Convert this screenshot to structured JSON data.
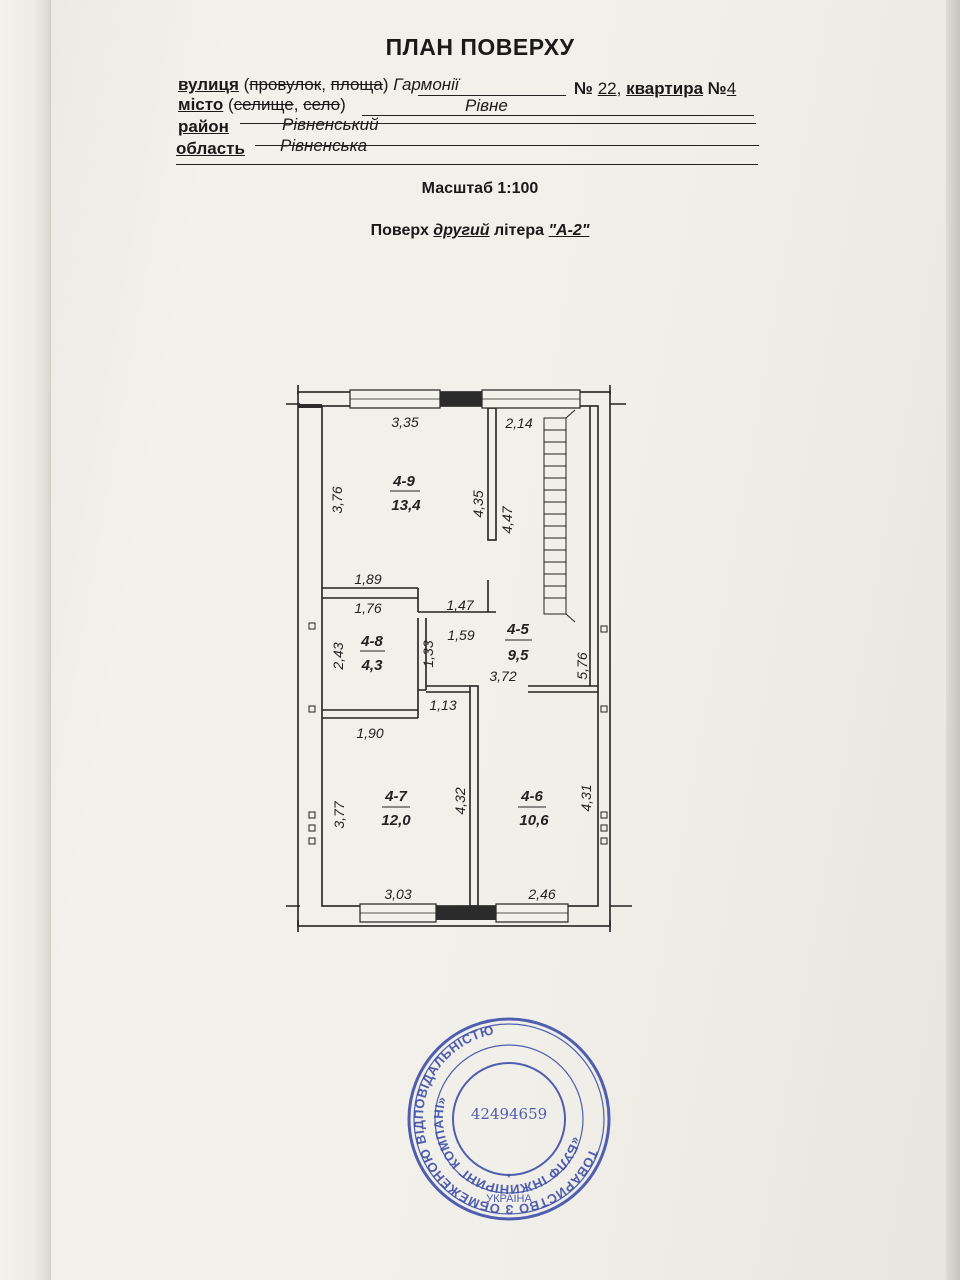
{
  "title": "ПЛАН ПОВЕРХУ",
  "address": {
    "street_label": "вулиця",
    "street_alt_open": "(",
    "street_alt_1": "провулок",
    "street_alt_sep": ", ",
    "street_alt_2": "площа",
    "street_alt_close": ")",
    "street_value": "Гармонії",
    "number_label": "№",
    "number_value": "22",
    "apartment_label": "квартира",
    "apartment_prefix": "№",
    "apartment_value": "4",
    "city_label": "місто",
    "city_alt_open": "(",
    "city_alt_1": "селище",
    "city_alt_sep": ", ",
    "city_alt_2": "село",
    "city_alt_close": ")",
    "city_value": "Рівне",
    "district_label": "район",
    "district_value": "Рівненський",
    "region_label": "область",
    "region_value": "Рівненська"
  },
  "scale": "Масштаб 1:100",
  "floor": {
    "label": "Поверх",
    "value": "другий",
    "letter_label": "літера",
    "letter_value": "\"А-2\""
  },
  "rooms": [
    {
      "id": "4-9",
      "area": "13,4"
    },
    {
      "id": "4-8",
      "area": "4,3"
    },
    {
      "id": "4-5",
      "area": "9,5"
    },
    {
      "id": "4-7",
      "area": "12,0"
    },
    {
      "id": "4-6",
      "area": "10,6"
    }
  ],
  "dimensions": [
    "3,35",
    "2,14",
    "3,76",
    "4,35",
    "4,47",
    "1,89",
    "1,76",
    "1,47",
    "1,59",
    "1,33",
    "2,43",
    "5,76",
    "3,72",
    "1,13",
    "1,90",
    "3,77",
    "4,32",
    "4,31",
    "3,03",
    "2,46"
  ],
  "stamp": {
    "outer_text": "ТОВАРИСТВО З ОБМЕЖЕНОЮ ВІДПОВІДАЛЬНІСТЮ",
    "inner_text": "«БУЛФ ІНЖИНІРИНГ КОМПАНІ»",
    "bottom_text": "УКРАЇНА",
    "code": "42494659"
  }
}
